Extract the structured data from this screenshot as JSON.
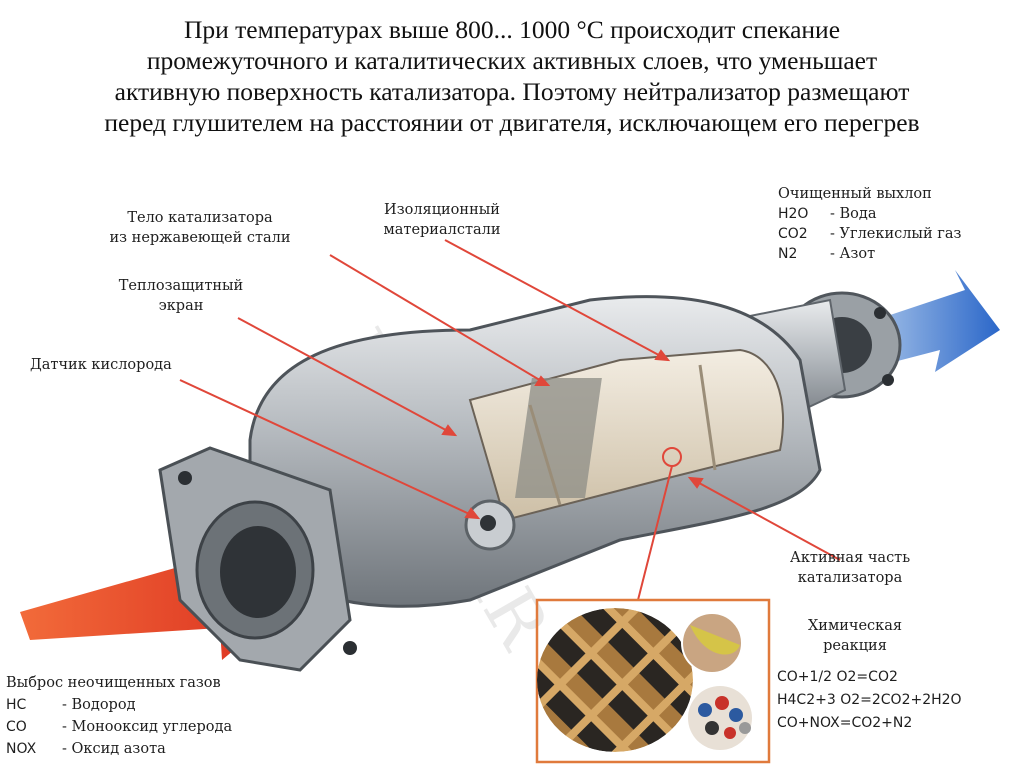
{
  "heading": {
    "line1": "При температурах выше 800... 1000 °С происходит спекание",
    "line2": "промежуточного и каталитических активных слоев, что уменьшает",
    "line3": "активную поверхность катализатора. Поэтому нейтрализатор размещают",
    "line4": "перед глушителем на расстоянии от двигателя, исключающем его перегрев"
  },
  "labels": {
    "body1": "Тело катализатора",
    "body2": "из нержавеющей стали",
    "insul1": "Изоляционный",
    "insul2": "материалстали",
    "shield1": "Теплозащитный",
    "shield2": "экран",
    "sensor": "Датчик кислорода",
    "active1": "Активная часть",
    "active2": "катализатора",
    "reaction1": "Химическая",
    "reaction2": "реакция"
  },
  "clean_exhaust": {
    "title": "Очищенный выхлоп",
    "rows": [
      {
        "formula": "H2O",
        "name": "- Вода"
      },
      {
        "formula": "CO2",
        "name": "- Углекислый газ"
      },
      {
        "formula": "N2",
        "name": "- Азот"
      }
    ]
  },
  "raw_emission": {
    "title": "Выброс неочищенных газов",
    "rows": [
      {
        "formula": "HC",
        "name": "- Водород"
      },
      {
        "formula": "CO",
        "name": "- Монооксид углерода"
      },
      {
        "formula": "NOX",
        "name": "- Оксид азота"
      }
    ]
  },
  "reactions": [
    "CO+1/2 O2=CO2",
    "H4C2+3 O2=2CO2+2H2O",
    "CO+NOX=CO2+N2"
  ],
  "watermark": "RUBRDIR",
  "colors": {
    "leader": "#e0473a",
    "inlet_arrow": "#e23b22",
    "outlet_arrow": "#2e6fd0",
    "metal": "#b8bcc0",
    "ceramic": "#e8e0d2",
    "inset_frame": "#e07a3c"
  }
}
